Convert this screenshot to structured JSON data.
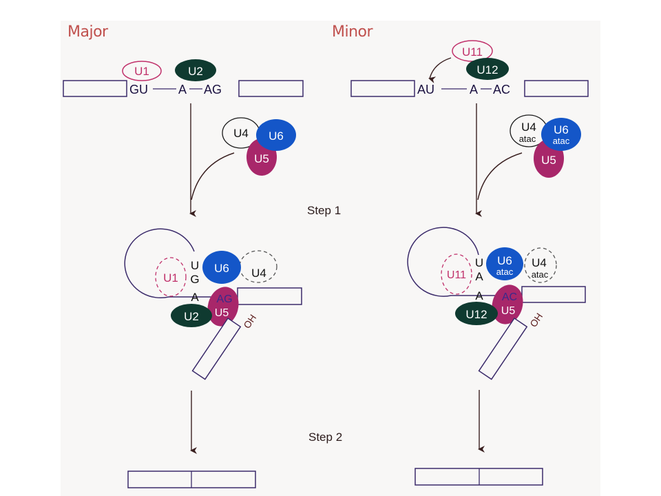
{
  "titles": {
    "major": "Major",
    "minor": "Minor"
  },
  "steps": {
    "step1": "Step 1",
    "step2": "Step 2"
  },
  "colors": {
    "title": "#c0504d",
    "u1_outline": "#c0306a",
    "u2_fill": "#0f3a30",
    "u6_fill": "#1456c8",
    "u5_fill": "#a8276a",
    "line": "#3a2a5a",
    "arrow": "#4a2a2a",
    "exon": "#3a2a6a"
  },
  "major": {
    "pre_mrna": {
      "donor": "GU",
      "branch": "A",
      "acceptor": "AG"
    },
    "snrnps_initial": {
      "u1": "U1",
      "u2": "U2"
    },
    "tri_snrnp": {
      "u4": "U4",
      "u6": "U6",
      "u5": "U5"
    },
    "complex": {
      "u1": "U1",
      "u2": "U2",
      "u6": "U6",
      "u4": "U4",
      "u5": "U5",
      "loop_letters": [
        "U",
        "G",
        "A"
      ],
      "acceptor": "AG",
      "oh": "OH"
    }
  },
  "minor": {
    "pre_mrna": {
      "donor": "AU",
      "branch": "A",
      "acceptor": "AC"
    },
    "snrnps_initial": {
      "u11": "U11",
      "u12": "U12"
    },
    "tri_snrnp": {
      "u4": "U4",
      "u4_sub": "atac",
      "u6": "U6",
      "u6_sub": "atac",
      "u5": "U5"
    },
    "complex": {
      "u11": "U11",
      "u12": "U12",
      "u6": "U6",
      "u6_sub": "atac",
      "u4": "U4",
      "u4_sub": "atac",
      "u5": "U5",
      "loop_letters": [
        "U",
        "A",
        "A"
      ],
      "acceptor": "AC",
      "oh": "OH"
    }
  }
}
